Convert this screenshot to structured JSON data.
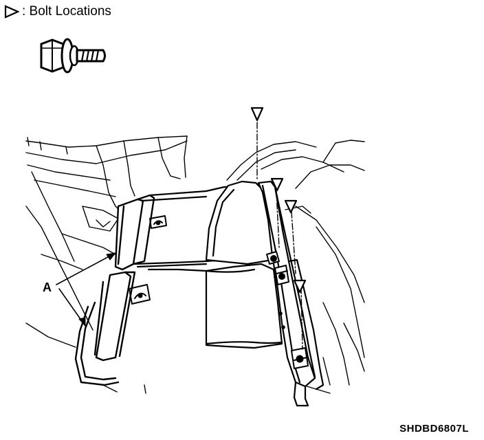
{
  "legend": {
    "text": ": Bolt Locations",
    "symbol_icon": "open-triangle-right-icon"
  },
  "callouts": {
    "a_label": "A"
  },
  "figure_code": "SHDBD6807L",
  "bolt_marker_count": 4
}
